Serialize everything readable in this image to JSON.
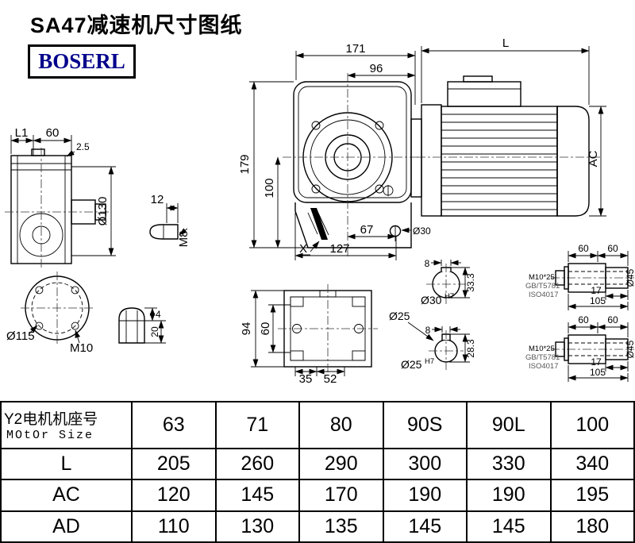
{
  "header": {
    "title": "SA47减速机尺寸图纸",
    "brand": "BOSERL"
  },
  "dims": {
    "front_171": "171",
    "front_96": "96",
    "front_179": "179",
    "front_100": "100",
    "front_67": "67",
    "front_127": "127",
    "front_o30": "Ø30",
    "front_x": "X",
    "motor_L": "L",
    "motor_AC": "AC",
    "side_L1": "L1",
    "side_60": "60",
    "side_25": "2.5",
    "side_o130": "Ø130",
    "key_12": "12",
    "key_m8": "M8",
    "flange_o115": "Ø115",
    "flange_m10": "M10",
    "plug_4": "4",
    "plug_20": "20",
    "foot_94": "94",
    "foot_60": "60",
    "foot_35": "35",
    "foot_52": "52",
    "bore30_8": "8",
    "bore30_333": "33.3",
    "bore30_d": "Ø30",
    "bore30_tol": "H7",
    "bore25_note": "Ø25",
    "bore25_8": "8",
    "bore25_283": "28.3",
    "bore25_d": "Ø25",
    "bore25_tol": "H7",
    "shaft1_60a": "60",
    "shaft1_60b": "60",
    "shaft1_bolt": "M10*25",
    "shaft1_std1": "GB/T5781",
    "shaft1_std2": "ISO4017",
    "shaft1_17": "17",
    "shaft1_105": "105",
    "shaft1_o45": "Ø45",
    "shaft2_60a": "60",
    "shaft2_60b": "60",
    "shaft2_bolt": "M10*25",
    "shaft2_std1": "GB/T5781",
    "shaft2_std2": "ISO4017",
    "shaft2_17": "17",
    "shaft2_105": "105",
    "shaft2_o45": "Ø45"
  },
  "table": {
    "row_header": {
      "label_cn": "Y2电机机座号",
      "label_en": "MOtOr Size",
      "values": [
        "63",
        "71",
        "80",
        "90S",
        "90L",
        "100"
      ]
    },
    "rows": [
      {
        "label": "L",
        "values": [
          "205",
          "260",
          "290",
          "300",
          "330",
          "340"
        ]
      },
      {
        "label": "AC",
        "values": [
          "120",
          "145",
          "170",
          "190",
          "190",
          "195"
        ]
      },
      {
        "label": "AD",
        "values": [
          "110",
          "130",
          "135",
          "145",
          "145",
          "180"
        ]
      }
    ]
  }
}
